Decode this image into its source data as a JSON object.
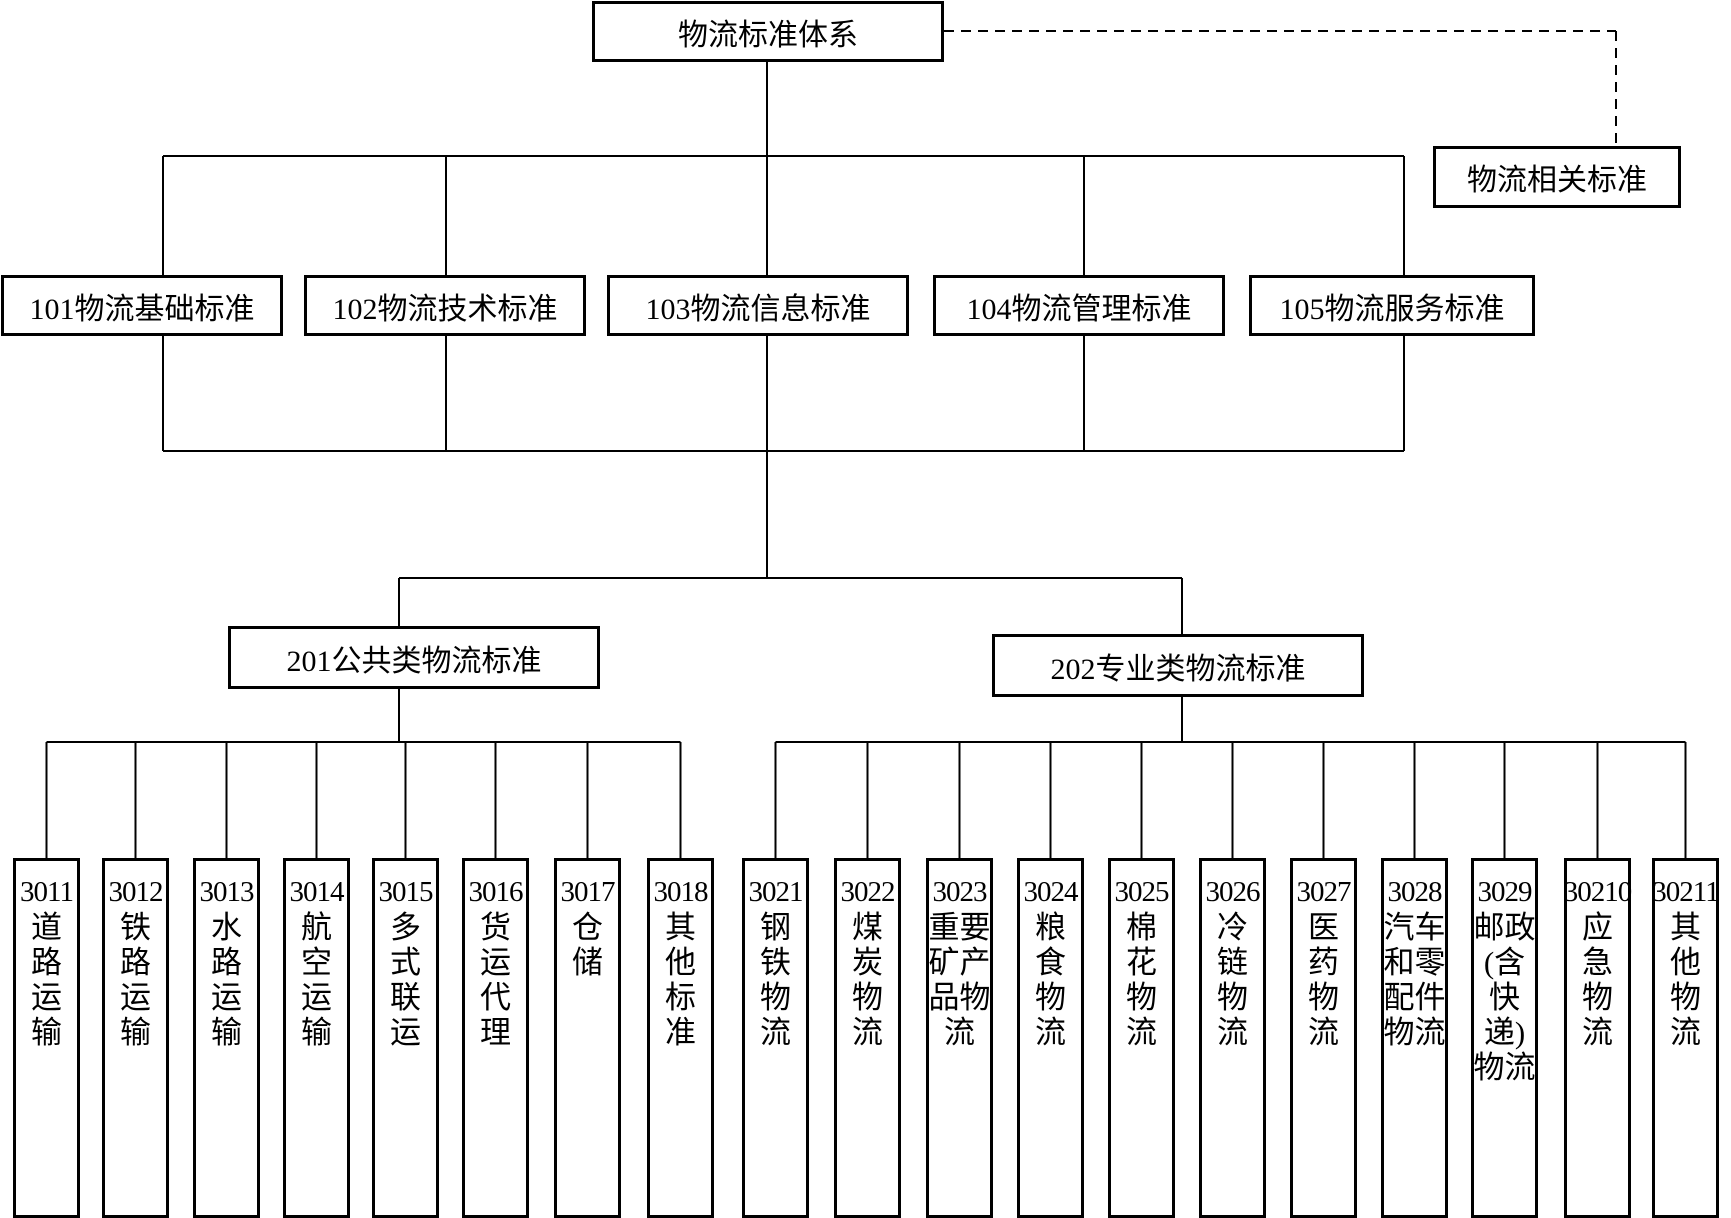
{
  "root": {
    "label": "物流标准体系"
  },
  "related": {
    "label": "物流相关标准"
  },
  "level1": [
    {
      "label": "101物流基础标准"
    },
    {
      "label": "102物流技术标准"
    },
    {
      "label": "103物流信息标准"
    },
    {
      "label": "104物流管理标准"
    },
    {
      "label": "105物流服务标准"
    }
  ],
  "level2": [
    {
      "label": "201公共类物流标准"
    },
    {
      "label": "202专业类物流标准"
    }
  ],
  "leaves": [
    {
      "code": "3011",
      "lines": [
        "道",
        "路",
        "运",
        "输"
      ]
    },
    {
      "code": "3012",
      "lines": [
        "铁",
        "路",
        "运",
        "输"
      ]
    },
    {
      "code": "3013",
      "lines": [
        "水",
        "路",
        "运",
        "输"
      ]
    },
    {
      "code": "3014",
      "lines": [
        "航",
        "空",
        "运",
        "输"
      ]
    },
    {
      "code": "3015",
      "lines": [
        "多",
        "式",
        "联",
        "运"
      ]
    },
    {
      "code": "3016",
      "lines": [
        "货",
        "运",
        "代",
        "理"
      ]
    },
    {
      "code": "3017",
      "lines": [
        "仓",
        "储"
      ]
    },
    {
      "code": "3018",
      "lines": [
        "其",
        "他",
        "标",
        "准"
      ]
    },
    {
      "code": "3021",
      "lines": [
        "钢",
        "铁",
        "物",
        "流"
      ]
    },
    {
      "code": "3022",
      "lines": [
        "煤",
        "炭",
        "物",
        "流"
      ]
    },
    {
      "code": "3023",
      "lines": [
        "重要",
        "矿产",
        "品物",
        "流"
      ]
    },
    {
      "code": "3024",
      "lines": [
        "粮",
        "食",
        "物",
        "流"
      ]
    },
    {
      "code": "3025",
      "lines": [
        "棉",
        "花",
        "物",
        "流"
      ]
    },
    {
      "code": "3026",
      "lines": [
        "冷",
        "链",
        "物",
        "流"
      ]
    },
    {
      "code": "3027",
      "lines": [
        "医",
        "药",
        "物",
        "流"
      ]
    },
    {
      "code": "3028",
      "lines": [
        "汽车",
        "和零",
        "配件",
        "物流"
      ]
    },
    {
      "code": "3029",
      "lines": [
        "邮政",
        "(含",
        "快",
        "递)",
        "物流"
      ]
    },
    {
      "code": "30210",
      "lines": [
        "应",
        "急",
        "物",
        "流"
      ]
    },
    {
      "code": "30211",
      "lines": [
        "其",
        "他",
        "物",
        "流"
      ]
    }
  ]
}
